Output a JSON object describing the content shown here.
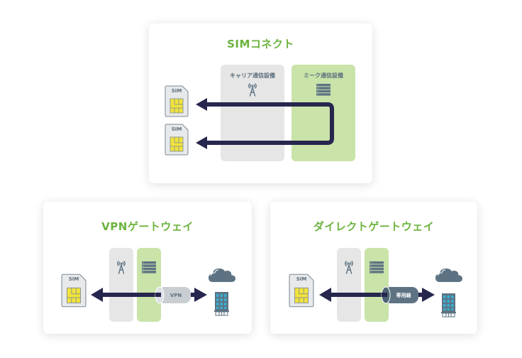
{
  "colors": {
    "title_green": "#6cb33f",
    "carrier_column": "#e6e6e6",
    "mieku_column": "#c9e3a9",
    "arrow_navy": "#26264e",
    "icon_slate": "#5d7383",
    "sim_chip": "#f1e33c",
    "building_window": "#3aaed0"
  },
  "sim_connect": {
    "title": "SIMコネクト",
    "carrier_label": "キャリア通信設備",
    "mieku_label": "ミーク通信設備",
    "sims": [
      {
        "label": "SIM"
      },
      {
        "label": "SIM"
      }
    ]
  },
  "vpn_gateway": {
    "title": "VPNゲートウェイ",
    "sim_label": "SIM",
    "tunnel_label": "VPN"
  },
  "direct_gateway": {
    "title": "ダイレクトゲートウェイ",
    "sim_label": "SIM",
    "tunnel_label": "専用線"
  }
}
